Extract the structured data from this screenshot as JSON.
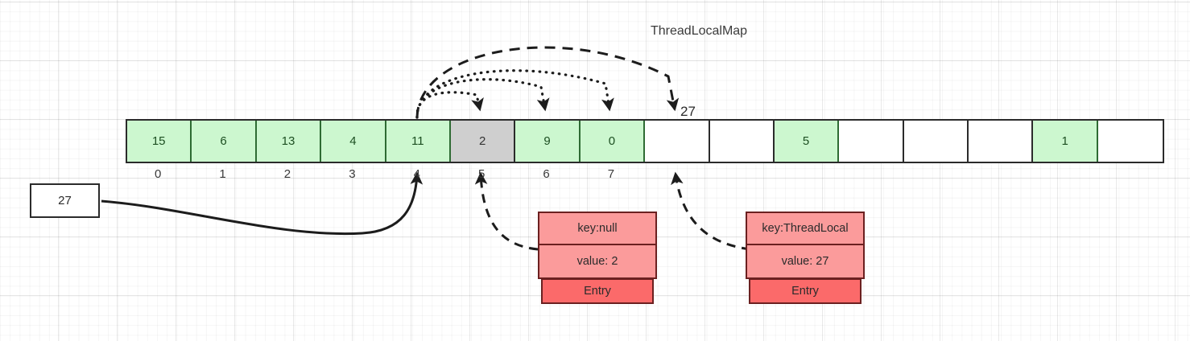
{
  "title": "ThreadLocalMap",
  "hash_slot_label": "27",
  "thread_local_box": {
    "value": "27"
  },
  "array": {
    "cells": [
      {
        "value": "15",
        "state": "green"
      },
      {
        "value": "6",
        "state": "green"
      },
      {
        "value": "13",
        "state": "green"
      },
      {
        "value": "4",
        "state": "green"
      },
      {
        "value": "11",
        "state": "green"
      },
      {
        "value": "2",
        "state": "gray"
      },
      {
        "value": "9",
        "state": "green"
      },
      {
        "value": "0",
        "state": "green"
      },
      {
        "value": "",
        "state": "empty"
      },
      {
        "value": "",
        "state": "empty"
      },
      {
        "value": "5",
        "state": "green"
      },
      {
        "value": "",
        "state": "empty"
      },
      {
        "value": "",
        "state": "empty"
      },
      {
        "value": "",
        "state": "empty"
      },
      {
        "value": "1",
        "state": "green"
      },
      {
        "value": "",
        "state": "empty"
      }
    ],
    "indices": [
      "0",
      "1",
      "2",
      "3",
      "4",
      "5",
      "6",
      "7"
    ]
  },
  "entries": [
    {
      "key": "key:null",
      "value": "value: 2",
      "label": "Entry"
    },
    {
      "key": "key:ThreadLocal",
      "value": "value: 27",
      "label": "Entry"
    }
  ],
  "colors": {
    "green_fill": "#ccf7cf",
    "green_border": "#2e6b33",
    "gray_fill": "#cfcfcf",
    "entry_fill": "#fb9b9b",
    "entry_label_fill": "#fb6a6a",
    "entry_border": "#6b2020",
    "stroke": "#2b2b2b",
    "grid": "#ebebeb"
  }
}
